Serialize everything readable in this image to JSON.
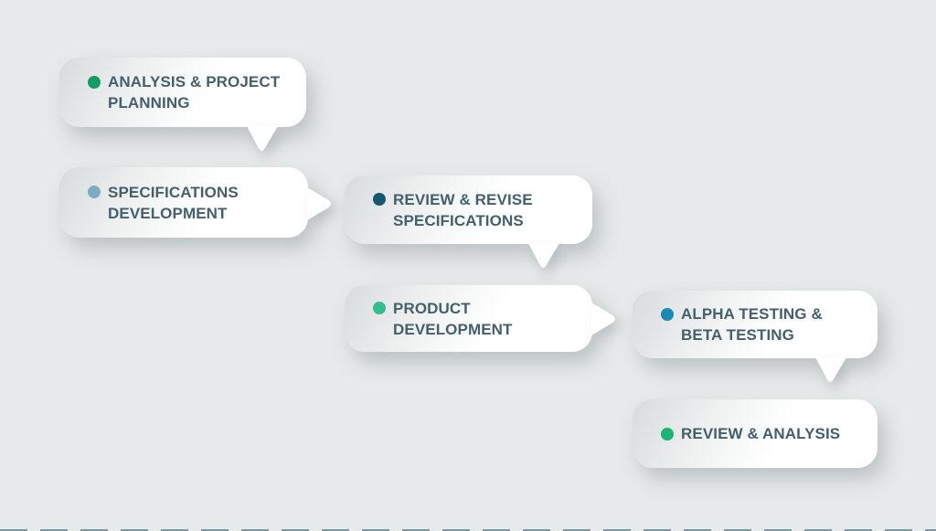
{
  "page": {
    "background_color": "#e7eaea",
    "text_color": "#44606f",
    "bubble_gradient_from": "#d7dbdc",
    "bubble_gradient_to": "#ffffff",
    "bottom_edge_line_color": "#2b5663"
  },
  "diagram": {
    "type": "process-flow-speech-bubbles",
    "steps": [
      {
        "order": 1,
        "label": "ANALYSIS & PROJECT PLANNING",
        "line1": "ANALYSIS & PROJECT",
        "line2": "PLANNING",
        "dot_color": "#149c63",
        "tail": "down"
      },
      {
        "order": 2,
        "label": "SPECIFICATIONS DEVELOPMENT",
        "line1": "SPECIFICATIONS",
        "line2": "DEVELOPMENT",
        "dot_color": "#7cadc1",
        "tail": "right"
      },
      {
        "order": 3,
        "label": "REVIEW & REVISE SPECIFICATIONS",
        "line1": "REVIEW & REVISE",
        "line2": "SPECIFICATIONS",
        "dot_color": "#15586f",
        "tail": "down"
      },
      {
        "order": 4,
        "label": "PRODUCT DEVELOPMENT",
        "line1": "PRODUCT",
        "line2": "DEVELOPMENT",
        "dot_color": "#36bd8e",
        "tail": "right"
      },
      {
        "order": 5,
        "label": "ALPHA TESTING & BETA TESTING",
        "line1": "ALPHA TESTING &",
        "line2": "BETA TESTING",
        "dot_color": "#1a8ab4",
        "tail": "down"
      },
      {
        "order": 6,
        "label": "REVIEW & ANALYSIS",
        "line1": "REVIEW & ANALYSIS",
        "line2": "",
        "dot_color": "#1cb374",
        "tail": "none"
      }
    ]
  }
}
